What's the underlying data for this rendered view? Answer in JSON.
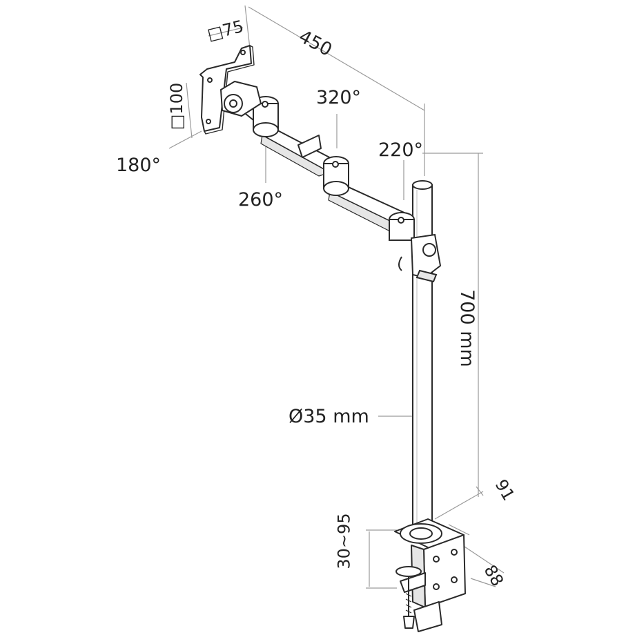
{
  "labels": {
    "vesa_small": "□75",
    "vesa_large": "□100",
    "arm_length": "450",
    "rotation_vesa": "180°",
    "rotation_arm_outer": "260°",
    "rotation_arm_middle": "320°",
    "rotation_arm_inner": "220°",
    "pole_height": "700 mm",
    "pole_diameter": "Ø35 mm",
    "clamp_width": "91",
    "clamp_depth": "88",
    "desk_thickness": "30~95"
  },
  "colors": {
    "line": "#2a2a2a",
    "dim_line": "#9a9a9a",
    "fill": "#ffffff",
    "shade": "#e6e6e6"
  }
}
